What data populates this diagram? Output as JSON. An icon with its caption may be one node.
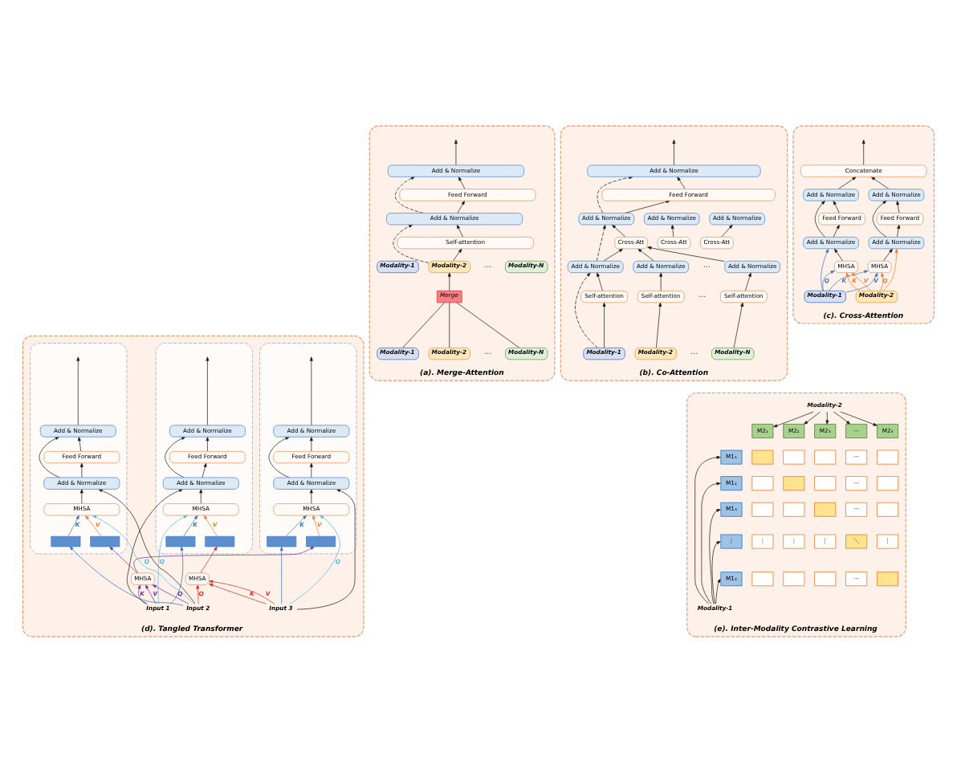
{
  "diagram": {
    "nodes": [
      {
        "text": [
          "(a). Merge-Attention"
        ]
      },
      {
        "text": [
          "Add & Normalize"
        ],
        "in": 0
      },
      {
        "text": [
          "Feed Forward"
        ],
        "in": 0
      },
      {
        "text": [
          "Add & Normalize"
        ],
        "in": 0
      },
      {
        "text": [
          "Self-attention"
        ],
        "in": 0
      },
      {
        "text": [
          "Modality-1"
        ],
        "in": 0
      },
      {
        "text": [
          "Modality-2"
        ],
        "in": 0
      },
      {
        "text": [
          "Modality-N"
        ],
        "in": 0
      },
      {
        "text": [
          "Merge"
        ],
        "in": 0
      },
      {
        "text": [
          "Modality-1"
        ],
        "in": 0
      },
      {
        "text": [
          "Modality-2"
        ],
        "in": 0
      },
      {
        "text": [
          "Modality-N"
        ],
        "in": 0
      },
      {
        "text": [
          "(b). Co-Attention"
        ]
      },
      {
        "text": [
          "Add & Normalize"
        ],
        "in": 12
      },
      {
        "text": [
          "Feed Forward"
        ],
        "in": 12
      },
      {
        "text": [
          "Add & Normalize"
        ],
        "in": 12
      },
      {
        "text": [
          "Add & Normalize"
        ],
        "in": 12
      },
      {
        "text": [
          "Add & Normalize"
        ],
        "in": 12
      },
      {
        "text": [
          "Cross-Att"
        ],
        "in": 12
      },
      {
        "text": [
          "Cross-Att"
        ],
        "in": 12
      },
      {
        "text": [
          "Cross-Att"
        ],
        "in": 12
      },
      {
        "text": [
          "Add & Normalize"
        ],
        "in": 12
      },
      {
        "text": [
          "Add & Normalize"
        ],
        "in": 12
      },
      {
        "text": [
          "Add & Normalize"
        ],
        "in": 12
      },
      {
        "text": [
          "Self-attention"
        ],
        "in": 12
      },
      {
        "text": [
          "Self-attention"
        ],
        "in": 12
      },
      {
        "text": [
          "Self-attention"
        ],
        "in": 12
      },
      {
        "text": [
          "Modality-1"
        ],
        "in": 12
      },
      {
        "text": [
          "Modality-2"
        ],
        "in": 12
      },
      {
        "text": [
          "Modality-N"
        ],
        "in": 12
      },
      {
        "text": [
          "(c). Cross-Attention"
        ]
      },
      {
        "text": [
          "Concatenate"
        ],
        "in": 30
      },
      {
        "text": [
          "Add & Normalize"
        ],
        "in": 30
      },
      {
        "text": [
          "Add & Normalize"
        ],
        "in": 30
      },
      {
        "text": [
          "Feed Forward"
        ],
        "in": 30
      },
      {
        "text": [
          "Feed Forward"
        ],
        "in": 30
      },
      {
        "text": [
          "Add & Normalize"
        ],
        "in": 30
      },
      {
        "text": [
          "Add & Normalize"
        ],
        "in": 30
      },
      {
        "text": [
          "MHSA"
        ],
        "in": 30
      },
      {
        "text": [
          "MHSA"
        ],
        "in": 30
      },
      {
        "text": [
          "Modality-1"
        ],
        "in": 30
      },
      {
        "text": [
          "Modality-2"
        ],
        "in": 30
      },
      {
        "text": [
          "(d). Tangled Transformer"
        ]
      },
      {
        "text": [],
        "shape": "box",
        "in": 42
      },
      {
        "text": [
          "Add & Normalize"
        ],
        "in": 43
      },
      {
        "text": [
          "Feed Forward"
        ],
        "in": 43
      },
      {
        "text": [
          "Add & Normalize"
        ],
        "in": 43
      },
      {
        "text": [
          "MHSA"
        ],
        "in": 43
      },
      {
        "text": [],
        "shape": "box",
        "in": 43
      },
      {
        "text": [],
        "shape": "box",
        "in": 43
      },
      {
        "text": [],
        "shape": "box",
        "in": 42
      },
      {
        "text": [
          "Add & Normalize"
        ],
        "in": 50
      },
      {
        "text": [
          "Feed Forward"
        ],
        "in": 50
      },
      {
        "text": [
          "Add & Normalize"
        ],
        "in": 50
      },
      {
        "text": [
          "MHSA"
        ],
        "in": 50
      },
      {
        "text": [],
        "shape": "box",
        "in": 50
      },
      {
        "text": [],
        "shape": "box",
        "in": 50
      },
      {
        "text": [],
        "shape": "box",
        "in": 42
      },
      {
        "text": [
          "Add & Normalize"
        ],
        "in": 57
      },
      {
        "text": [
          "Feed Forward"
        ],
        "in": 57
      },
      {
        "text": [
          "Add & Normalize"
        ],
        "in": 57
      },
      {
        "text": [
          "MHSA"
        ],
        "in": 57
      },
      {
        "text": [],
        "shape": "box",
        "in": 57
      },
      {
        "text": [],
        "shape": "box",
        "in": 57
      },
      {
        "text": [
          "MHSA"
        ],
        "in": 42
      },
      {
        "text": [
          "MHSA"
        ],
        "in": 42
      },
      {
        "text": [
          "Input 1"
        ],
        "in": 42
      },
      {
        "text": [
          "Input 2"
        ],
        "in": 42
      },
      {
        "text": [
          "Input 3"
        ],
        "in": 42
      },
      {
        "text": [
          "(e). Inter-Modality Contrastive Learning"
        ]
      },
      {
        "text": [
          "Modality-2"
        ],
        "in": 69
      },
      {
        "text": [
          "M2₁"
        ],
        "in": 69
      },
      {
        "text": [
          "M2₂"
        ],
        "in": 69
      },
      {
        "text": [
          "M2₃"
        ],
        "in": 69
      },
      {
        "text": [
          "⋯"
        ],
        "in": 69
      },
      {
        "text": [
          "M2₄"
        ],
        "in": 69
      },
      {
        "text": [
          "M1₁"
        ],
        "in": 69
      },
      {
        "text": [
          "M1₂"
        ],
        "in": 69
      },
      {
        "text": [
          "M1₃"
        ],
        "in": 69
      },
      {
        "text": [
          "⋮"
        ],
        "in": 69
      },
      {
        "text": [
          "M1₄"
        ],
        "in": 69
      },
      {
        "text": [
          "Modality-1"
        ],
        "in": 69
      },
      {
        "text": [],
        "shape": "box",
        "in": 69
      },
      {
        "text": [],
        "shape": "box",
        "in": 69
      },
      {
        "text": [],
        "shape": "box",
        "in": 69
      },
      {
        "text": [
          "⋯"
        ],
        "in": 69
      },
      {
        "text": [],
        "shape": "box",
        "in": 69
      },
      {
        "text": [],
        "shape": "box",
        "in": 69
      },
      {
        "text": [],
        "shape": "box",
        "in": 69
      },
      {
        "text": [],
        "shape": "box",
        "in": 69
      },
      {
        "text": [
          "⋯"
        ],
        "in": 69
      },
      {
        "text": [],
        "shape": "box",
        "in": 69
      },
      {
        "text": [],
        "shape": "box",
        "in": 69
      },
      {
        "text": [],
        "shape": "box",
        "in": 69
      },
      {
        "text": [],
        "shape": "box",
        "in": 69
      },
      {
        "text": [
          "⋯"
        ],
        "in": 69
      },
      {
        "text": [],
        "shape": "box",
        "in": 69
      },
      {
        "text": [
          "⋮"
        ],
        "in": 69
      },
      {
        "text": [
          "⋮"
        ],
        "in": 69
      },
      {
        "text": [
          "⋮"
        ],
        "in": 69
      },
      {
        "text": [
          "⋱"
        ],
        "in": 69
      },
      {
        "text": [
          "⋮"
        ],
        "in": 69
      },
      {
        "text": [],
        "shape": "box",
        "in": 69
      },
      {
        "text": [],
        "shape": "box",
        "in": 69
      },
      {
        "text": [],
        "shape": "box",
        "in": 69
      },
      {
        "text": [
          "⋯"
        ],
        "in": 69
      },
      {
        "text": [],
        "shape": "box",
        "in": 69
      }
    ],
    "edges": [
      {
        "from": 1,
        "to": null,
        "arrow": "to"
      },
      {
        "from": 2,
        "to": 1,
        "arrow": "to"
      },
      {
        "from": 3,
        "to": 2,
        "arrow": "to"
      },
      {
        "from": 3,
        "to": 1,
        "arrow": "to",
        "style": "dashed"
      },
      {
        "from": 4,
        "to": 3,
        "arrow": "to"
      },
      {
        "from": 6,
        "to": 4,
        "arrow": "to"
      },
      {
        "from": 6,
        "to": 3,
        "arrow": "to",
        "style": "dashed"
      },
      {
        "from": 8,
        "to": 6,
        "arrow": "to"
      },
      {
        "from": 9,
        "to": 8,
        "arrow": "none"
      },
      {
        "from": 10,
        "to": 8,
        "arrow": "none"
      },
      {
        "from": 11,
        "to": 8,
        "arrow": "none"
      },
      {
        "from": 13,
        "to": null,
        "arrow": "to"
      },
      {
        "from": 14,
        "to": 13,
        "arrow": "to"
      },
      {
        "from": 15,
        "to": 14,
        "arrow": "to"
      },
      {
        "from": 15,
        "to": 13,
        "arrow": "to",
        "style": "dashed"
      },
      {
        "from": 18,
        "to": 15,
        "arrow": "to"
      },
      {
        "from": 19,
        "to": 16,
        "arrow": "to"
      },
      {
        "from": 20,
        "to": 17,
        "arrow": "to"
      },
      {
        "from": 21,
        "to": 18,
        "arrow": "to"
      },
      {
        "from": 22,
        "to": 18,
        "arrow": "to"
      },
      {
        "from": 23,
        "to": 18,
        "arrow": "to"
      },
      {
        "from": 21,
        "to": 15,
        "arrow": "to",
        "style": "dashed"
      },
      {
        "from": 24,
        "to": 21,
        "arrow": "to"
      },
      {
        "from": 25,
        "to": 22,
        "arrow": "to"
      },
      {
        "from": 26,
        "to": 23,
        "arrow": "to"
      },
      {
        "from": 27,
        "to": 24,
        "arrow": "to"
      },
      {
        "from": 27,
        "to": 21,
        "arrow": "to",
        "style": "dashed"
      },
      {
        "from": 28,
        "to": 25,
        "arrow": "to"
      },
      {
        "from": 29,
        "to": 26,
        "arrow": "to"
      },
      {
        "from": 31,
        "to": null,
        "arrow": "to"
      },
      {
        "from": 32,
        "to": 31,
        "arrow": "to"
      },
      {
        "from": 33,
        "to": 31,
        "arrow": "to"
      },
      {
        "from": 34,
        "to": 32,
        "arrow": "to"
      },
      {
        "from": 35,
        "to": 33,
        "arrow": "to"
      },
      {
        "from": 36,
        "to": 34,
        "arrow": "to"
      },
      {
        "from": 36,
        "to": 32,
        "arrow": "to"
      },
      {
        "from": 37,
        "to": 35,
        "arrow": "to"
      },
      {
        "from": 37,
        "to": 33,
        "arrow": "to"
      },
      {
        "from": 38,
        "to": 36,
        "arrow": "to"
      },
      {
        "from": 39,
        "to": 37,
        "arrow": "to"
      },
      {
        "from": 40,
        "to": 38,
        "arrow": "to",
        "label": "Q",
        "color": "#4472c4"
      },
      {
        "from": 41,
        "to": 38,
        "arrow": "to",
        "label": "K",
        "color": "#ed7d31"
      },
      {
        "from": 41,
        "to": 38,
        "arrow": "to",
        "label": "V",
        "color": "#ed7d31"
      },
      {
        "from": 41,
        "to": 39,
        "arrow": "to",
        "label": "Q",
        "color": "#ed7d31"
      },
      {
        "from": 40,
        "to": 39,
        "arrow": "to",
        "label": "K",
        "color": "#4472c4"
      },
      {
        "from": 40,
        "to": 39,
        "arrow": "to",
        "label": "V",
        "color": "#4472c4"
      },
      {
        "from": 40,
        "to": 36,
        "arrow": "to",
        "color": "#4472c4"
      },
      {
        "from": 41,
        "to": 37,
        "arrow": "to",
        "color": "#ed7d31"
      },
      {
        "from": 44,
        "to": null,
        "arrow": "to"
      },
      {
        "from": 45,
        "to": 44,
        "arrow": "to"
      },
      {
        "from": 46,
        "to": 45,
        "arrow": "to"
      },
      {
        "from": 46,
        "to": 44,
        "arrow": "to"
      },
      {
        "from": 47,
        "to": 46,
        "arrow": "to"
      },
      {
        "from": 48,
        "to": 47,
        "arrow": "to",
        "label": "K",
        "color": "#2e75b6"
      },
      {
        "from": 49,
        "to": 47,
        "arrow": "to",
        "label": "V",
        "color": "#ed7d31"
      },
      {
        "from": 66,
        "to": 47,
        "arrow": "to",
        "label": "Q",
        "color": "#4bb8e8"
      },
      {
        "from": 66,
        "to": 48,
        "arrow": "to",
        "color": "#2e75b6"
      },
      {
        "from": 66,
        "to": 46,
        "arrow": "to"
      },
      {
        "from": 51,
        "to": null,
        "arrow": "to"
      },
      {
        "from": 52,
        "to": 51,
        "arrow": "to"
      },
      {
        "from": 53,
        "to": 52,
        "arrow": "to"
      },
      {
        "from": 53,
        "to": 51,
        "arrow": "to"
      },
      {
        "from": 54,
        "to": 53,
        "arrow": "to"
      },
      {
        "from": 55,
        "to": 54,
        "arrow": "to",
        "label": "K",
        "color": "#2e75b6"
      },
      {
        "from": 56,
        "to": 54,
        "arrow": "to",
        "label": "V",
        "color": "#ed7d31"
      },
      {
        "from": 67,
        "to": 54,
        "arrow": "to",
        "label": "Q",
        "color": "#4bb8e8"
      },
      {
        "from": 67,
        "to": 55,
        "arrow": "to",
        "color": "#2e75b6"
      },
      {
        "from": 67,
        "to": 53,
        "arrow": "to"
      },
      {
        "from": 58,
        "to": null,
        "arrow": "to"
      },
      {
        "from": 59,
        "to": 58,
        "arrow": "to"
      },
      {
        "from": 60,
        "to": 59,
        "arrow": "to"
      },
      {
        "from": 60,
        "to": 58,
        "arrow": "to"
      },
      {
        "from": 61,
        "to": 60,
        "arrow": "to"
      },
      {
        "from": 62,
        "to": 61,
        "arrow": "to",
        "label": "K",
        "color": "#2e75b6"
      },
      {
        "from": 63,
        "to": 61,
        "arrow": "to",
        "label": "V",
        "color": "#ed7d31"
      },
      {
        "from": 68,
        "to": 61,
        "arrow": "to",
        "label": "Q",
        "color": "#4bb8e8"
      },
      {
        "from": 68,
        "to": 62,
        "arrow": "to",
        "color": "#2e75b6"
      },
      {
        "from": 68,
        "to": 60,
        "arrow": "to"
      },
      {
        "from": 66,
        "to": 64,
        "arrow": "to",
        "label": "K",
        "color": "#7030a0"
      },
      {
        "from": 66,
        "to": 64,
        "arrow": "to",
        "label": "V",
        "color": "#7030a0"
      },
      {
        "from": 67,
        "to": 64,
        "arrow": "to",
        "label": "Q",
        "color": "#7030a0"
      },
      {
        "from": 67,
        "to": 65,
        "arrow": "to",
        "label": "Q",
        "color": "#e02828"
      },
      {
        "from": 68,
        "to": 65,
        "arrow": "to",
        "label": "K",
        "color": "#e02828"
      },
      {
        "from": 68,
        "to": 65,
        "arrow": "to",
        "label": "V",
        "color": "#e02828"
      },
      {
        "from": 64,
        "to": 56,
        "arrow": "to",
        "color": "#7030a0"
      },
      {
        "from": 64,
        "to": 63,
        "arrow": "to",
        "color": "#7030a0"
      },
      {
        "from": 65,
        "to": 49,
        "arrow": "to",
        "color": "#e02828"
      },
      {
        "from": 70,
        "to": 71,
        "arrow": "to"
      },
      {
        "from": 70,
        "to": 72,
        "arrow": "to"
      },
      {
        "from": 70,
        "to": 73,
        "arrow": "to"
      },
      {
        "from": 70,
        "to": 74,
        "arrow": "to"
      },
      {
        "from": 70,
        "to": 75,
        "arrow": "to"
      },
      {
        "from": 81,
        "to": 76,
        "arrow": "to"
      },
      {
        "from": 81,
        "to": 77,
        "arrow": "to"
      },
      {
        "from": 81,
        "to": 78,
        "arrow": "to"
      },
      {
        "from": 81,
        "to": 79,
        "arrow": "to"
      },
      {
        "from": 81,
        "to": 80,
        "arrow": "to"
      }
    ],
    "labels": [
      "⋯",
      "⋯",
      "⋯",
      "⋯",
      "⋯"
    ]
  }
}
